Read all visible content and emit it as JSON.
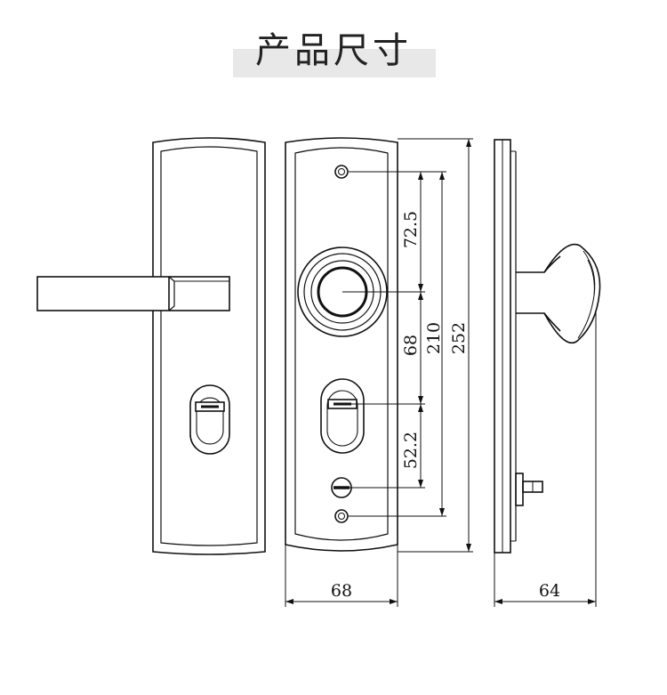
{
  "title": "产品尺寸",
  "dimensions": {
    "hole_to_spindle": "72.5",
    "spindle_to_cylinder": "68",
    "hole_spacing": "210",
    "total_height": "252",
    "cylinder_to_hole": "52.2",
    "plate_width": "68",
    "projection": "64"
  }
}
